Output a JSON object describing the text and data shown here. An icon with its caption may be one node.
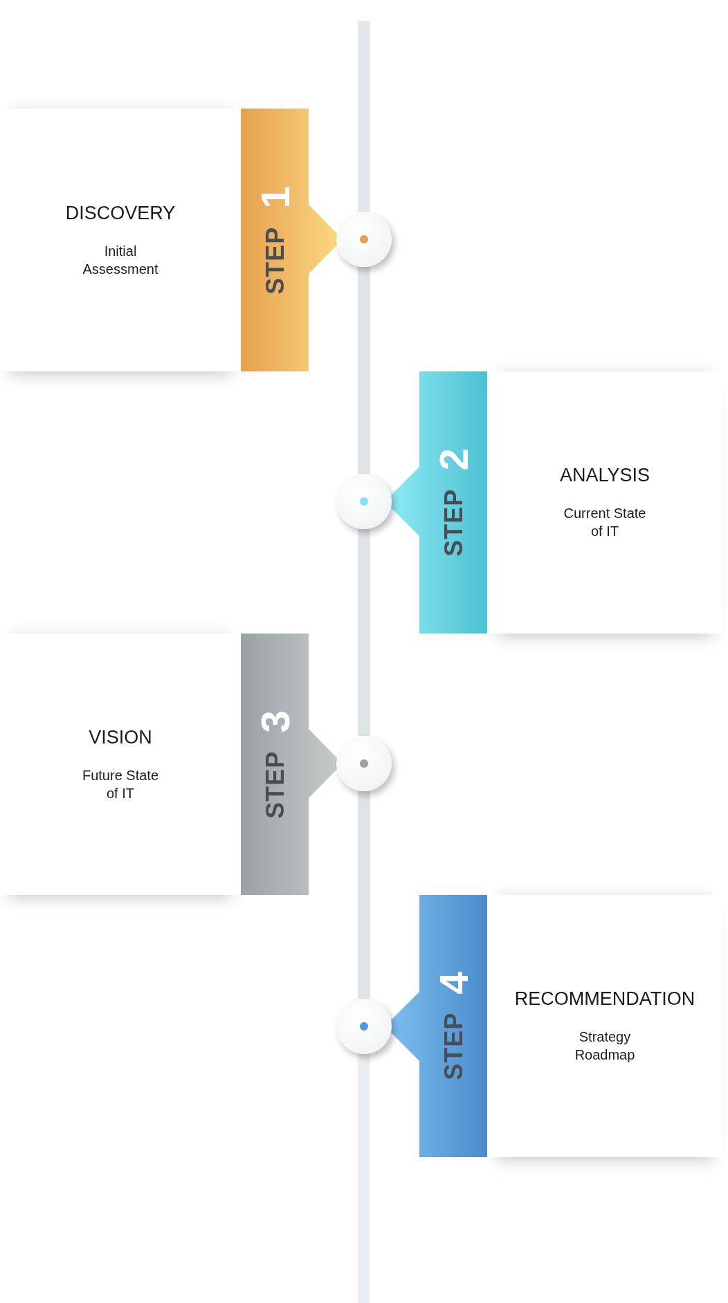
{
  "diagram": {
    "nodes": [
      {
        "text": [
          "DISCOVERY",
          "Initial Assessment"
        ]
      },
      {
        "text": [
          "STEP",
          "1"
        ]
      },
      {
        "text": [],
        "shape": "circle"
      },
      {
        "text": [
          "ANALYSIS",
          "Current State of IT"
        ]
      },
      {
        "text": [
          "STEP",
          "2"
        ]
      },
      {
        "text": [],
        "shape": "circle"
      },
      {
        "text": [
          "VISION",
          "Future State of IT"
        ]
      },
      {
        "text": [
          "STEP",
          "3"
        ]
      },
      {
        "text": [],
        "shape": "circle"
      },
      {
        "text": [
          "RECOMMENDATION",
          "Strategy Roadmap"
        ]
      },
      {
        "text": [
          "STEP",
          "4"
        ]
      },
      {
        "text": [],
        "shape": "circle"
      }
    ],
    "edges": [
      {
        "from": 2,
        "to": 5,
        "arrow": "none"
      },
      {
        "from": 5,
        "to": 8,
        "arrow": "none"
      },
      {
        "from": 8,
        "to": 11,
        "arrow": "none"
      }
    ]
  }
}
